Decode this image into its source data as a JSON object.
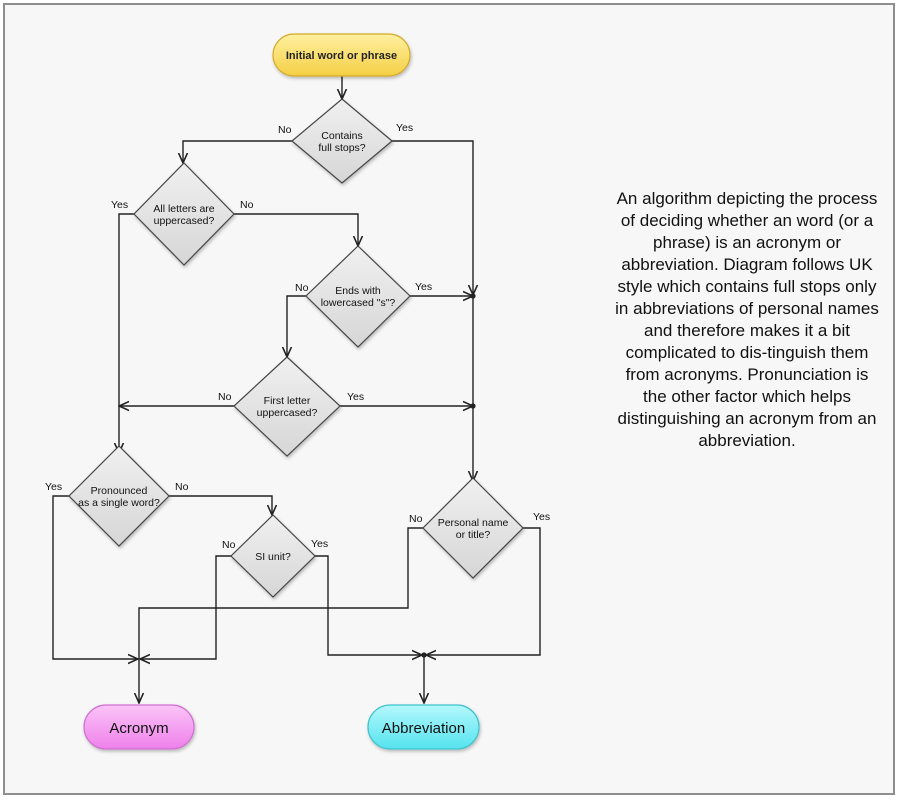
{
  "diagram": {
    "start": "Initial word or phrase",
    "decisions": {
      "full_stops": [
        "Contains",
        "full stops?"
      ],
      "all_upper": [
        "All letters are",
        "uppercased?"
      ],
      "ends_s": [
        "Ends with",
        "lowercased \"s\"?"
      ],
      "first_upper": [
        "First letter",
        "uppercased?"
      ],
      "pronounced": [
        "Pronounced",
        "as a single word?"
      ],
      "si_unit": [
        "SI unit?"
      ],
      "personal_name": [
        "Personal name",
        "or title?"
      ]
    },
    "branch_labels": {
      "yes": "Yes",
      "no": "No"
    },
    "outcomes": {
      "acronym": "Acronym",
      "abbreviation": "Abbreviation"
    },
    "colors": {
      "start_fill": "#f9dc5c",
      "start_stroke": "#d4a92a",
      "decision_fill": "#e3e3e3",
      "decision_stroke": "#444444",
      "acronym_fill": "#f59af0",
      "acronym_stroke": "#cf6fd0",
      "abbreviation_fill": "#66ecf5",
      "abbreviation_stroke": "#3fc1cc",
      "line": "#222222"
    }
  },
  "description": "An algorithm depicting the process of deciding whether an word (or a phrase) is an acronym or abbreviation. Diagram follows UK style which contains full stops only in abbreviations of personal names and therefore makes it a bit complicated to dis-tinguish them from acronyms. Pronunciation is the other factor which helps distinguishing an acronym from an abbreviation."
}
